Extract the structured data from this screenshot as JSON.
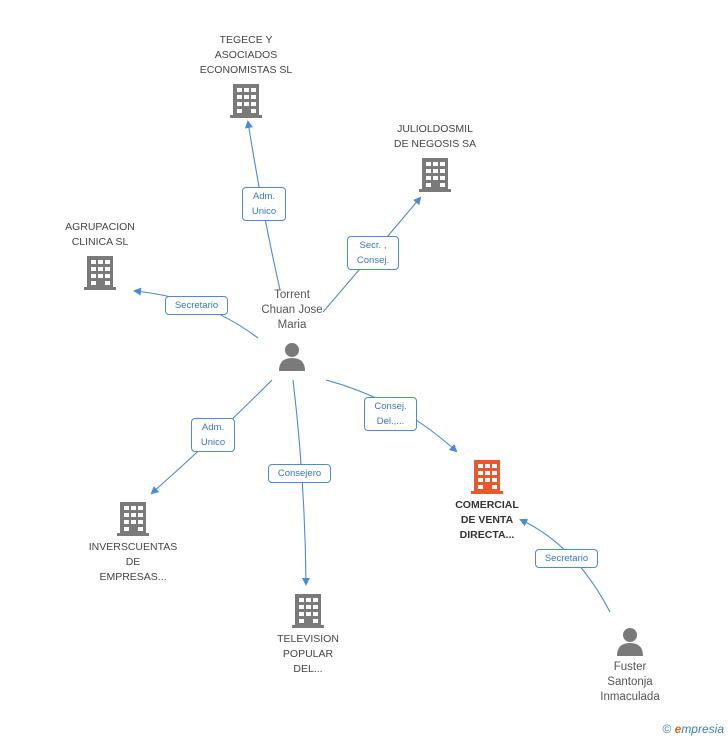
{
  "colors": {
    "edge": "#4a8ad6",
    "building": "#7a7a7a",
    "building_main": "#e8582a",
    "person": "#7a7a7a"
  },
  "persons": {
    "torrent": "Torrent\nChuan Jose\nMaria",
    "fuster": "Fuster\nSantonja\nInmaculada"
  },
  "companies": {
    "tegece": "TEGECE Y\nASOCIADOS\nECONOMISTAS SL",
    "julioldosmil": "JULIOLDOSMIL\nDE NEGOSIS SA",
    "agrupacion": "AGRUPACION\nCLINICA  SL",
    "comercial": "COMERCIAL\nDE VENTA\nDIRECTA...",
    "inverscuentas": "INVERSCUENTAS\nDE\nEMPRESAS...",
    "television": "TELEVISION\nPOPULAR\nDEL..."
  },
  "roles": {
    "tegece": "Adm.\nUnico",
    "julioldosmil": "Secr. ,\nConsej.",
    "agrupacion": "Secretario",
    "comercial": "Consej.\nDel.,...",
    "inverscuentas": "Adm.\nUnico",
    "television": "Consejero",
    "fuster_comercial": "Secretario"
  },
  "watermark": {
    "copyright": "©",
    "brand_e": "e",
    "brand_rest": "mpresia"
  }
}
